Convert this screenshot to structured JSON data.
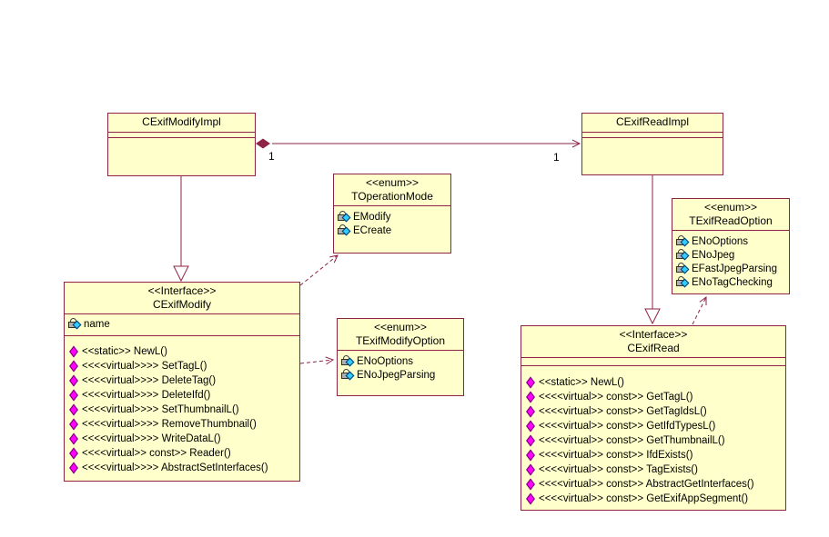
{
  "diagram": {
    "colors": {
      "box_fill": "#FFFFCC",
      "line": "#8E2445",
      "method_icon": "#FF00FF",
      "attribute_gem": "#33CCFF",
      "lock_icon": "#B0B0B0"
    },
    "classes": {
      "modify_impl": {
        "name": "CExifModifyImpl"
      },
      "read_impl": {
        "name": "CExifReadImpl"
      },
      "operation_mode": {
        "stereotype": "<<enum>>",
        "name": "TOperationMode",
        "attributes": [
          "EModify",
          "ECreate"
        ]
      },
      "modify_option": {
        "stereotype": "<<enum>>",
        "name": "TExifModifyOption",
        "attributes": [
          "ENoOptions",
          "ENoJpegParsing"
        ]
      },
      "read_option": {
        "stereotype": "<<enum>>",
        "name": "TExifReadOption",
        "attributes": [
          "ENoOptions",
          "ENoJpeg",
          "EFastJpegParsing",
          "ENoTagChecking"
        ]
      },
      "modify_iface": {
        "stereotype": "<<Interface>>",
        "name": "CExifModify",
        "attributes": [
          "name"
        ],
        "methods": [
          "<<static>> NewL()",
          "<<<<virtual>>>> SetTagL()",
          "<<<<virtual>>>> DeleteTag()",
          "<<<<virtual>>>> DeleteIfd()",
          "<<<<virtual>>>> SetThumbnailL()",
          "<<<<virtual>>>> RemoveThumbnail()",
          "<<<<virtual>>>> WriteDataL()",
          "<<<<virtual>> const>> Reader()",
          "<<<<virtual>>>> AbstractSetInterfaces()"
        ]
      },
      "read_iface": {
        "stereotype": "<<Interface>>",
        "name": "CExifRead",
        "methods": [
          "<<static>> NewL()",
          "<<<<virtual>> const>> GetTagL()",
          "<<<<virtual>> const>> GetTagIdsL()",
          "<<<<virtual>> const>> GetIfdTypesL()",
          "<<<<virtual>> const>> GetThumbnailL()",
          "<<<<virtual>> const>> IfdExists()",
          "<<<<virtual>> const>> TagExists()",
          "<<<<virtual>> const>> AbstractGetInterfaces()",
          "<<<<virtual>> const>> GetExifAppSegment()"
        ]
      }
    },
    "composition": {
      "left_multiplicity": "1",
      "right_multiplicity": "1"
    }
  }
}
